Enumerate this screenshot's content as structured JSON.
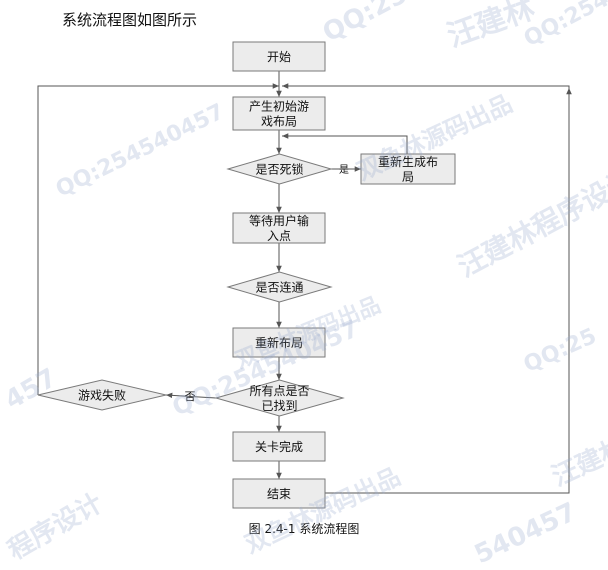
{
  "heading": "系统流程图如图所示",
  "caption": "图 2.4-1 系统流程图",
  "colors": {
    "box_fill": "#ececec",
    "box_border": "#7a7a7a",
    "line": "#555555",
    "text": "#111111",
    "watermark": "#96aacd"
  },
  "nodes": {
    "start": {
      "lines": [
        "开始"
      ]
    },
    "gen_layout": {
      "lines": [
        "产生初始游",
        "戏布局"
      ]
    },
    "is_deadlock": {
      "lines": [
        "是否死锁"
      ]
    },
    "regen_layout": {
      "lines": [
        "重新生成布",
        "局"
      ]
    },
    "wait_input": {
      "lines": [
        "等待用户输",
        "入点"
      ]
    },
    "is_connected": {
      "lines": [
        "是否连通"
      ]
    },
    "relayout": {
      "lines": [
        "重新布局"
      ]
    },
    "all_found": {
      "lines": [
        "所有点是否",
        "已找到"
      ]
    },
    "game_fail": {
      "lines": [
        "游戏失败"
      ]
    },
    "level_done": {
      "lines": [
        "关卡完成"
      ]
    },
    "end": {
      "lines": [
        "结束"
      ]
    }
  },
  "edge_labels": {
    "yes": "是",
    "no": "否"
  },
  "watermarks": [
    "汪建林",
    "双鱼林源码出品",
    "QQ:254540457",
    "QQ:254540457",
    "汪建林程序设计",
    "QQ:254540457",
    "双鱼林源码出品",
    "QQ:25",
    "QQ:254540457",
    "程序设计",
    "双鱼林源码出品",
    "汪建林",
    "457",
    "540457"
  ]
}
